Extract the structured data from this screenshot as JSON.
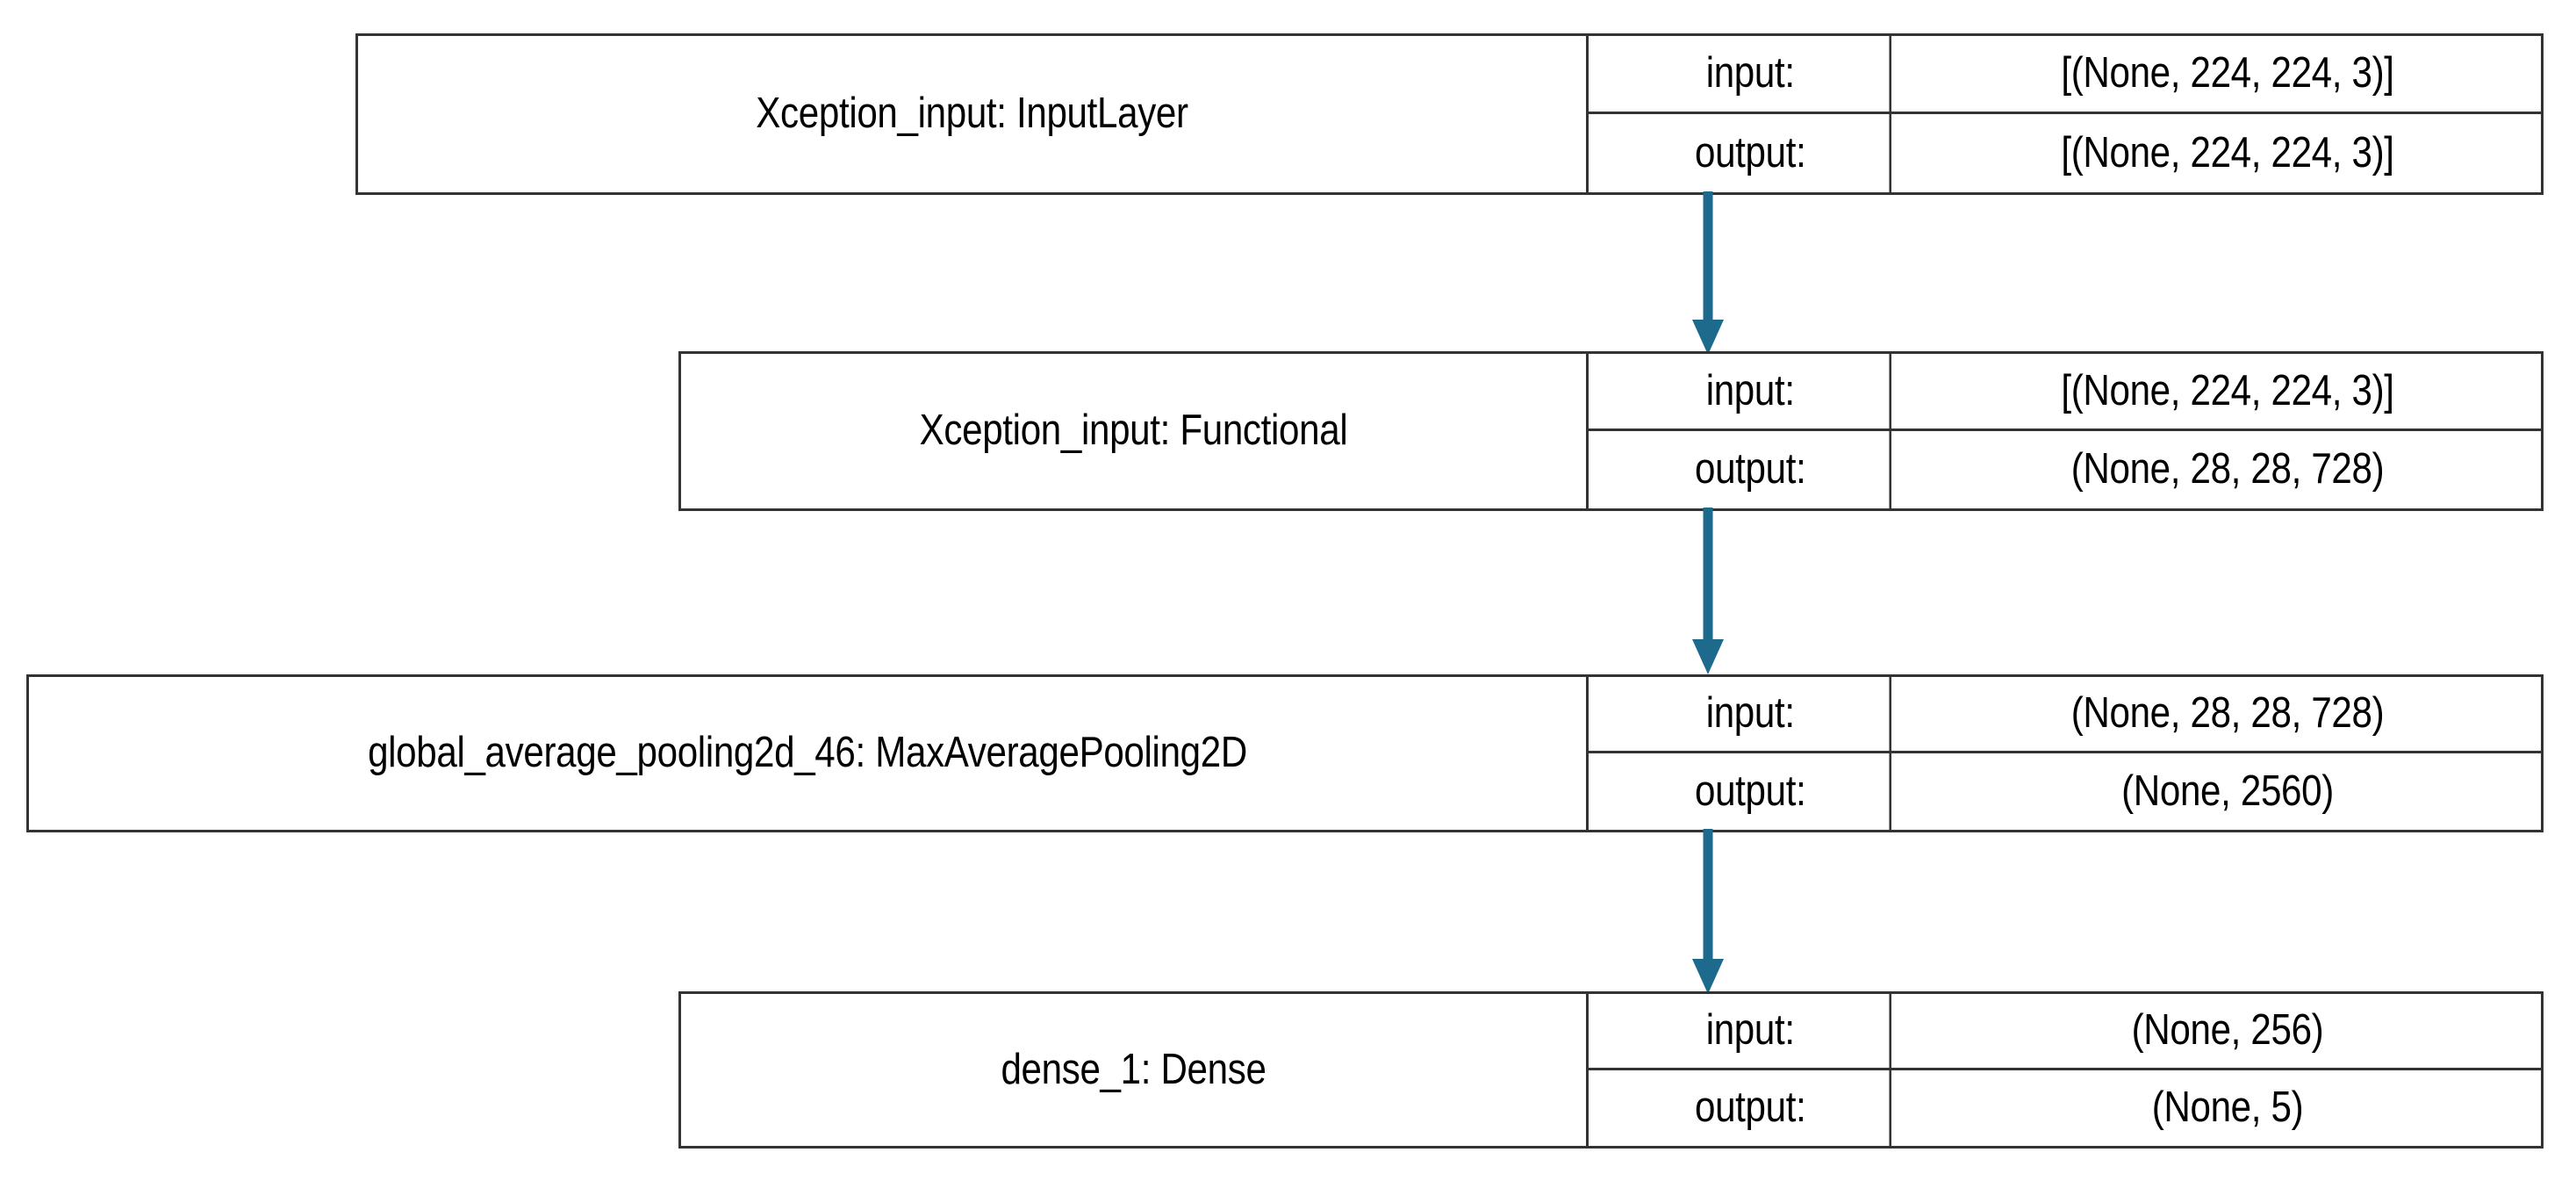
{
  "diagram": {
    "title": "Keras model architecture flow",
    "arrow_color": "#1d6a8c",
    "border_color": "#333333",
    "background": "#ffffff",
    "io_labels": {
      "input": "input:",
      "output": "output:"
    },
    "nodes": [
      {
        "id": "xception-input-layer",
        "name": "Xception_input:  InputLayer",
        "input_shape": "[(None, 224, 224, 3)]",
        "output_shape": "[(None, 224, 224, 3)]"
      },
      {
        "id": "xception-functional",
        "name": "Xception_input:  Functional",
        "input_shape": "[(None, 224, 224, 3)]",
        "output_shape": "(None, 28, 28, 728)"
      },
      {
        "id": "global-average-pooling2d-46",
        "name": "global_average_pooling2d_46: MaxAveragePooling2D",
        "input_shape": "(None, 28, 28, 728)",
        "output_shape": "(None, 2560)"
      },
      {
        "id": "dense-1",
        "name": "dense_1: Dense",
        "input_shape": "(None, 256)",
        "output_shape": "(None, 5)"
      }
    ],
    "edges": [
      {
        "from": "xception-input-layer",
        "to": "xception-functional"
      },
      {
        "from": "xception-functional",
        "to": "global-average-pooling2d-46"
      },
      {
        "from": "global-average-pooling2d-46",
        "to": "dense-1"
      }
    ]
  }
}
